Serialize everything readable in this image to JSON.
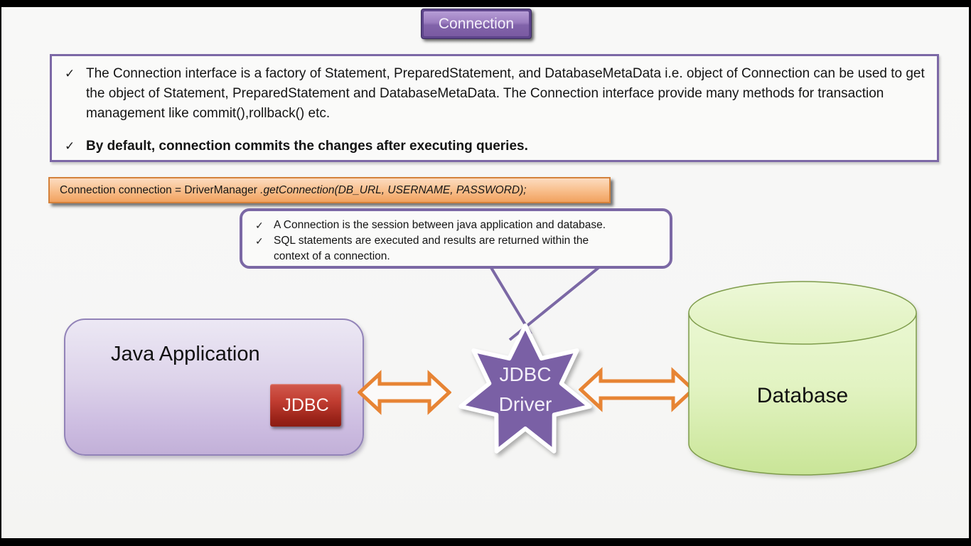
{
  "title": {
    "label": "Connection"
  },
  "glyphs": {
    "check": "✓"
  },
  "colors": {
    "purple_accent": "#7c62a8",
    "purple_border": "#7b68a5",
    "orange_accent": "#e78434",
    "orange_box_border": "#d4813b",
    "red_accent": "#b4281e",
    "green_fill": "#dcefae",
    "green_border": "#7e9c4b",
    "letterbox": "#000000"
  },
  "info_box": {
    "bullets": [
      {
        "bold": false,
        "text": "The Connection interface is a factory of Statement, PreparedStatement, and DatabaseMetaData i.e. object of Connection can be used to get the object of Statement, PreparedStatement and DatabaseMetaData. The Connection interface provide many methods for transaction management like commit(),rollback() etc."
      },
      {
        "bold": true,
        "text": "By default, connection commits the changes after executing queries."
      }
    ]
  },
  "code_box": {
    "normal_part": "Connection connection = DriverManager ",
    "italic_part": ".getConnection(DB_URL, USERNAME, PASSWORD);"
  },
  "callout": {
    "bullets": [
      "A Connection is the session between java application and database.",
      "SQL statements are executed and results are returned within the context of a connection."
    ]
  },
  "diagram": {
    "java_app": {
      "label": "Java Application",
      "jdbc_label": "JDBC"
    },
    "driver": {
      "line1": "JDBC",
      "line2": "Driver"
    },
    "database": {
      "label": "Database"
    }
  }
}
